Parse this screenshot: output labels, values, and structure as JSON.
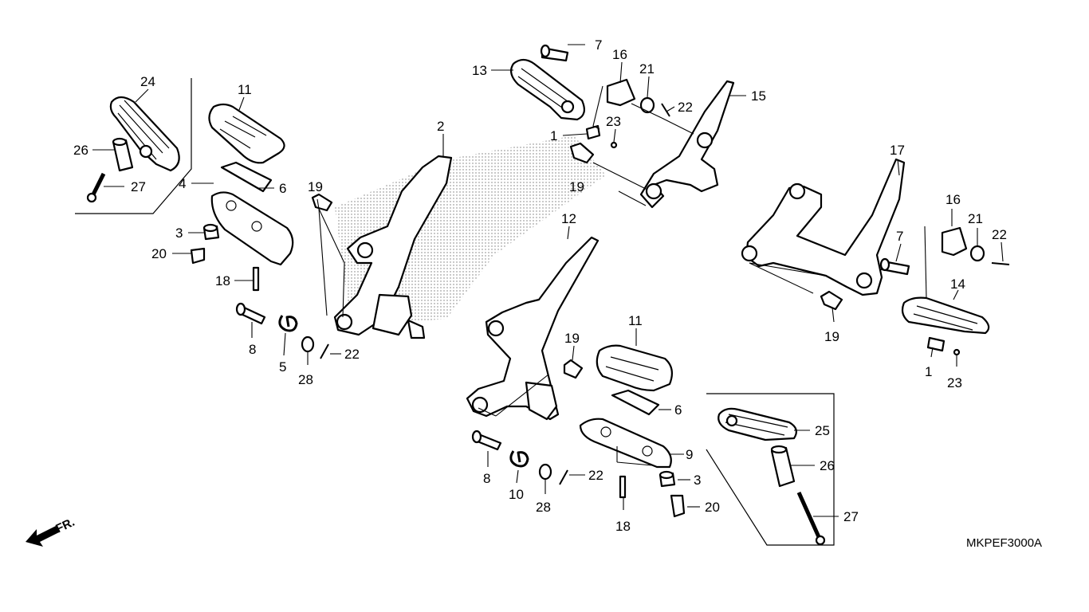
{
  "diagram_code": "MKPEF3000A",
  "front_marker": "FR.",
  "callouts": {
    "c24": "24",
    "c26a": "26",
    "c27a": "27",
    "c11a": "11",
    "c6a": "6",
    "c4": "4",
    "c3a": "3",
    "c20a": "20",
    "c18a": "18",
    "c19a": "19",
    "c8a": "8",
    "c5": "5",
    "c28a": "28",
    "c22a": "22",
    "c2": "2",
    "c7a": "7",
    "c13": "13",
    "c16a": "16",
    "c21a": "21",
    "c22b": "22",
    "c15": "15",
    "c1a": "1",
    "c23a": "23",
    "c19b": "19",
    "c12": "12",
    "c19c": "19",
    "c11b": "11",
    "c6b": "6",
    "c9": "9",
    "c3b": "3",
    "c20b": "20",
    "c18b": "18",
    "c8b": "8",
    "c10": "10",
    "c28b": "28",
    "c22c": "22",
    "c17": "17",
    "c16b": "16",
    "c21b": "21",
    "c22d": "22",
    "c7b": "7",
    "c14": "14",
    "c19d": "19",
    "c1b": "1",
    "c23b": "23",
    "c25": "25",
    "c26b": "26",
    "c27b": "27"
  }
}
